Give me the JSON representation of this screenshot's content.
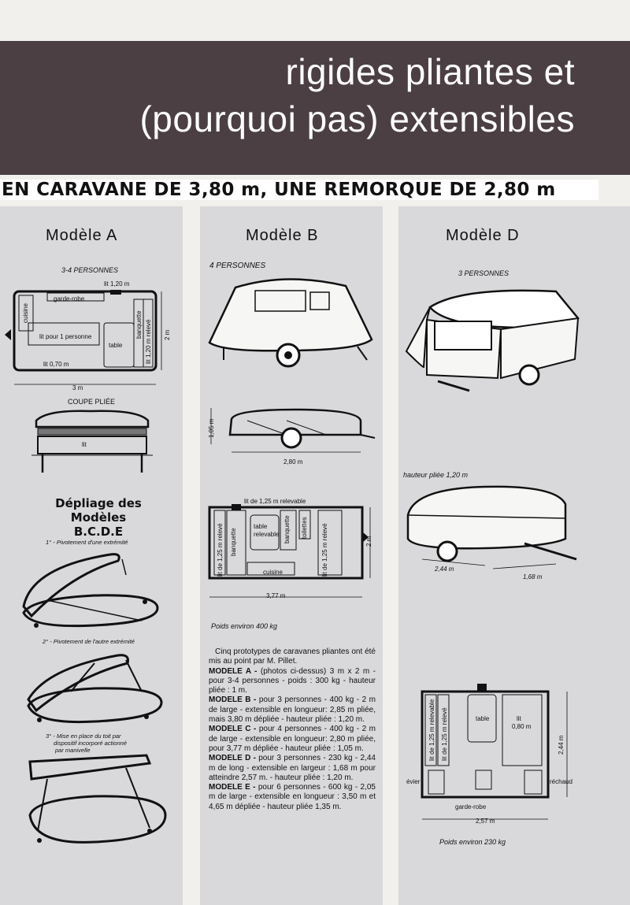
{
  "header": {
    "line1": "rigides pliantes et",
    "line2": "(pourquoi pas) extensibles"
  },
  "banner": "EN CARAVANE DE 3,80 m, UNE REMORQUE DE 2,80 m",
  "col_a": {
    "title": "Modèle A",
    "persons": "3-4 PERSONNES",
    "plan_labels": {
      "lit_top": "lit 1,20 m",
      "garde_robe": "garde-robe",
      "cuisine": "cuisine",
      "lit_1p": "lit pour 1 personne",
      "table": "table",
      "banquette": "banquette",
      "lit_releve": "lit 1,20 m relevé",
      "lit_070": "lit 0,70 m",
      "dim_w": "3 m",
      "dim_h": "2 m"
    },
    "coupe_title": "COUPE PLIÉE",
    "coupe_lit": "lit",
    "depliage_title_1": "Dépliage des Modèles",
    "depliage_title_2": "B.C.D.E",
    "step1": "1° - Pivotement d'une extrémité",
    "step2": "2° - Pivotement de l'autre extrémité",
    "step3_1": "3° - Mise en place du toit par",
    "step3_2": "dispositif incorporé actionné",
    "step3_3": "par manivelle"
  },
  "col_b": {
    "title": "Modèle B",
    "persons": "4 PERSONNES",
    "dim_h": "1,05 m",
    "dim_l": "2,80 m",
    "plan_labels": {
      "lit_top": "lit de 1,25 m relevable",
      "lit_left": "lit de 1,25 m relevé",
      "banquette_l": "banquette",
      "table": "table relevable",
      "banquette_r": "banquette",
      "toilettes": "toilettes",
      "lit_right": "lit de 1,25 m relevé",
      "cuisine": "cuisine",
      "dim_w": "3,77 m",
      "dim_h": "2 m"
    },
    "poids": "Poids environ 400 kg",
    "text": [
      {
        "b": "",
        "t": "Cinq prototypes de caravanes pliantes ont été mis au point par M. Pillet."
      },
      {
        "b": "MODELE A -",
        "t": " (photos ci-dessus) 3 m x 2 m - pour 3-4 personnes - poids : 300 kg - hauteur pliée : 1 m."
      },
      {
        "b": "MODELE B -",
        "t": " pour 3 personnes - 400 kg - 2 m de large - extensible en longueur: 2,85 m pliée, mais 3,80 m dépliée - hauteur pliée : 1,20 m."
      },
      {
        "b": "MODELE C -",
        "t": " pour 4 personnes - 400 kg - 2 m de large - extensible en longueur: 2,80 m pliée, pour 3,77 m dépliée - hauteur pliée : 1,05 m."
      },
      {
        "b": "MODELE D -",
        "t": " pour 3 personnes - 230 kg - 2,44 m de long - extensible en largeur : 1,68 m pour atteindre 2,57 m. - hauteur pliée : 1,20 m."
      },
      {
        "b": "MODELE E -",
        "t": " pour 6 personnes - 600 kg - 2,05 m de large - extensible en longueur : 3,50 m et 4,65 m dépliée - hauteur pliée 1,35 m."
      }
    ]
  },
  "col_d": {
    "title": "Modèle D",
    "persons": "3 PERSONNES",
    "hauteur": "hauteur pliée 1,20 m",
    "dim_244": "2,44 m",
    "dim_168": "1,68 m",
    "plan_labels": {
      "lit_left": "lit de 1,25 m relevable",
      "lit_left2": "lit de 1,25 m relevé",
      "table": "table",
      "lit": "lit",
      "lit_dim": "0,80 m",
      "evier": "évier",
      "rechaud": "réchaud",
      "garde_robe": "garde-robe",
      "dim_w": "2,57 m",
      "dim_h": "2,44 m"
    },
    "poids": "Poids environ 230 kg"
  }
}
